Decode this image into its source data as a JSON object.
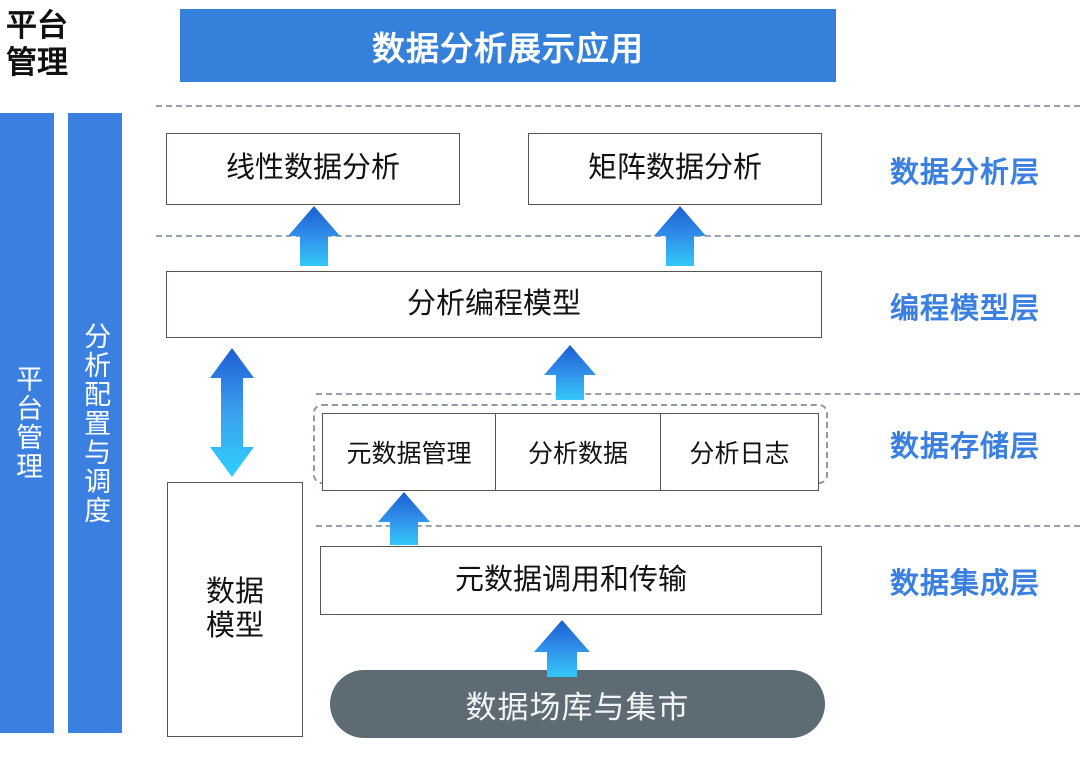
{
  "diagram": {
    "title_corner": "平台\n管理",
    "banner": {
      "label": "数据分析展示应用"
    },
    "side_bars": [
      {
        "name": "platform-management",
        "label": "平台管理"
      },
      {
        "name": "analysis-config-scheduling",
        "label": "分析配置与调度"
      }
    ],
    "layer_labels": [
      {
        "key": "analysis",
        "label": "数据分析层"
      },
      {
        "key": "programming-model",
        "label": "编程模型层"
      },
      {
        "key": "storage",
        "label": "数据存储层"
      },
      {
        "key": "integration",
        "label": "数据集成层"
      }
    ],
    "analysis_boxes": [
      {
        "key": "linear",
        "label": "线性数据分析"
      },
      {
        "key": "matrix",
        "label": "矩阵数据分析"
      }
    ],
    "programming_model_box": {
      "label": "分析编程模型"
    },
    "storage_cells": [
      {
        "key": "metadata-management",
        "label": "元数据管理"
      },
      {
        "key": "analysis-data",
        "label": "分析数据"
      },
      {
        "key": "analysis-log",
        "label": "分析日志"
      }
    ],
    "data_model_box": {
      "label": "数据\n模型"
    },
    "metadata_transfer_box": {
      "label": "元数据调用和传输"
    },
    "data_warehouse_box": {
      "label": "数据场库与集市"
    },
    "arrows": [
      {
        "key": "linear-up",
        "type": "arrow-up-icon"
      },
      {
        "key": "matrix-up",
        "type": "arrow-up-icon"
      },
      {
        "key": "model-storage-bidirectional",
        "type": "arrow-up-down-icon"
      },
      {
        "key": "storage-to-model-up",
        "type": "arrow-up-icon"
      },
      {
        "key": "integration-to-storage-up",
        "type": "arrow-up-icon"
      },
      {
        "key": "warehouse-to-transfer-up",
        "type": "arrow-up-icon"
      }
    ],
    "colors": {
      "brand_blue": "#3580db",
      "bar_blue": "#3b80e0",
      "label_blue": "#3b80e0",
      "arrow_top": "#1a5fd0",
      "arrow_bottom": "#34c8f8",
      "gray_pill": "#5d6b75",
      "box_border": "#5a5450",
      "dashed_line": "#9aa2ad"
    }
  }
}
